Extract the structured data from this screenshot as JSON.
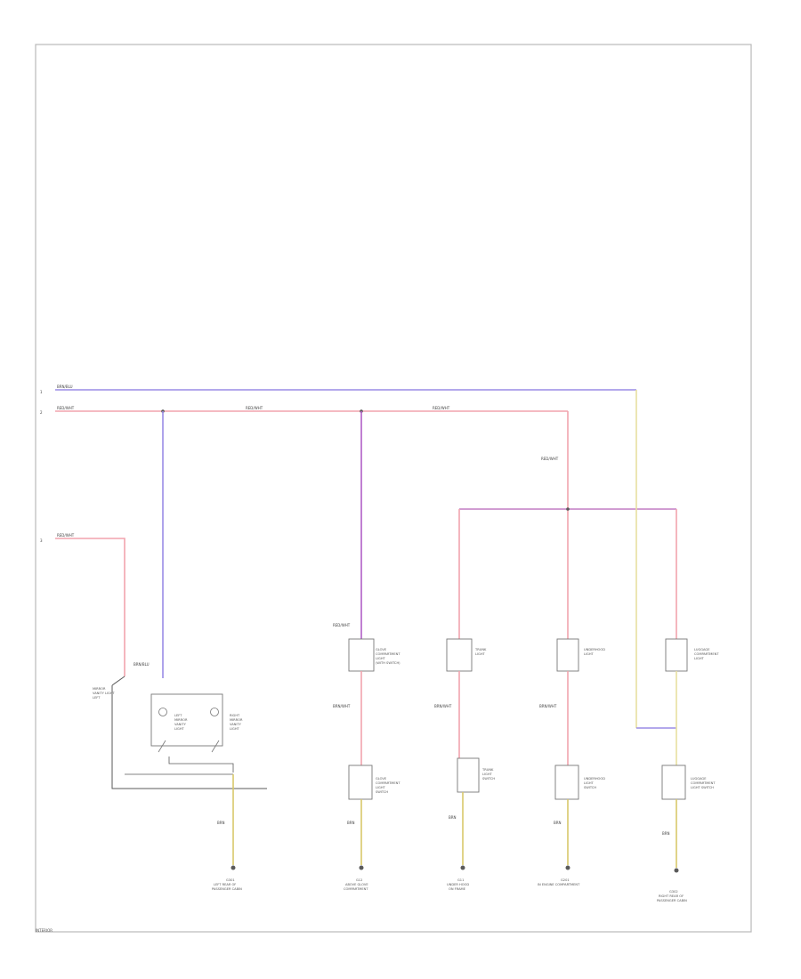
{
  "colors": {
    "frame": "#b9b9b9",
    "wire_blue": "#9a8ce6",
    "wire_red": "#f2a4ad",
    "wire_purple": "#b05fc6",
    "wire_magenta": "#c27bc4",
    "wire_yellow": "#e8dfa0",
    "wire_black": "#5a5a5a",
    "ground_wire": "#d8c86a",
    "component": "#777777"
  },
  "rails": [
    {
      "id": "rail-1",
      "label": "BRN/BLU",
      "connector": "1",
      "color": "blue"
    },
    {
      "id": "rail-2",
      "label": "RED/WHT",
      "connector": "2",
      "color": "red"
    },
    {
      "id": "rail-3",
      "label": "RED/WHT",
      "connector": "3",
      "color": "red"
    }
  ],
  "components": [
    {
      "id": "comp-left-switch",
      "lines": [
        "MIRROR",
        "VANITY LIGHT",
        "LEFT"
      ]
    },
    {
      "id": "comp-lamp-1",
      "lines": [
        "LEFT",
        "MIRROR",
        "VANITY",
        "LIGHT"
      ]
    },
    {
      "id": "comp-lamp-2",
      "lines": [
        "RIGHT",
        "MIRROR",
        "VANITY",
        "LIGHT"
      ]
    },
    {
      "id": "comp-lamp-glove",
      "lines": [
        "GLOVE",
        "COMPARTMENT",
        "LIGHT",
        "(WITH SWITCH)"
      ]
    },
    {
      "id": "comp-lamp-trunk",
      "lines": [
        "TRUNK",
        "LIGHT"
      ]
    },
    {
      "id": "comp-lamp-under",
      "lines": [
        "UNDERHOOD",
        "LIGHT"
      ]
    },
    {
      "id": "comp-lamp-luggage",
      "lines": [
        "LUGGAGE",
        "COMPARTMENT",
        "LIGHT"
      ]
    },
    {
      "id": "comp-switch-glove",
      "lines": [
        "GLOVE",
        "COMPARTMENT",
        "LIGHT",
        "SWITCH"
      ]
    },
    {
      "id": "comp-switch-trunk",
      "lines": [
        "TRUNK",
        "LIGHT",
        "SWITCH"
      ]
    },
    {
      "id": "comp-switch-under",
      "lines": [
        "UNDERHOOD",
        "LIGHT",
        "SWITCH"
      ]
    },
    {
      "id": "comp-switch-luggage",
      "lines": [
        "LUGGAGE",
        "COMPARTMENT",
        "LIGHT SWITCH"
      ]
    }
  ],
  "wire_labels": {
    "a": "RED/WHT",
    "b": "BRN/BLU",
    "c": "RED/WHT",
    "d": "RED/WHT",
    "e": "RED/WHT",
    "f": "BRN/WHT",
    "g": "BRN",
    "h": "BRN"
  },
  "grounds": [
    {
      "id": "gnd-1",
      "lines": [
        "G301",
        "LEFT REAR OF",
        "PASSENGER CABIN"
      ]
    },
    {
      "id": "gnd-2",
      "lines": [
        "G12",
        "ABOVE GLOVE",
        "COMPARTMENT"
      ]
    },
    {
      "id": "gnd-3",
      "lines": [
        "G11",
        "UNDER HOOD",
        "ON FRAME"
      ]
    },
    {
      "id": "gnd-4",
      "lines": [
        "G201",
        "IN ENGINE COMPARTMENT"
      ]
    },
    {
      "id": "gnd-5",
      "lines": [
        "G302",
        "RIGHT REAR OF",
        "PASSENGER CABIN"
      ]
    }
  ],
  "footer": "INTERIOR"
}
